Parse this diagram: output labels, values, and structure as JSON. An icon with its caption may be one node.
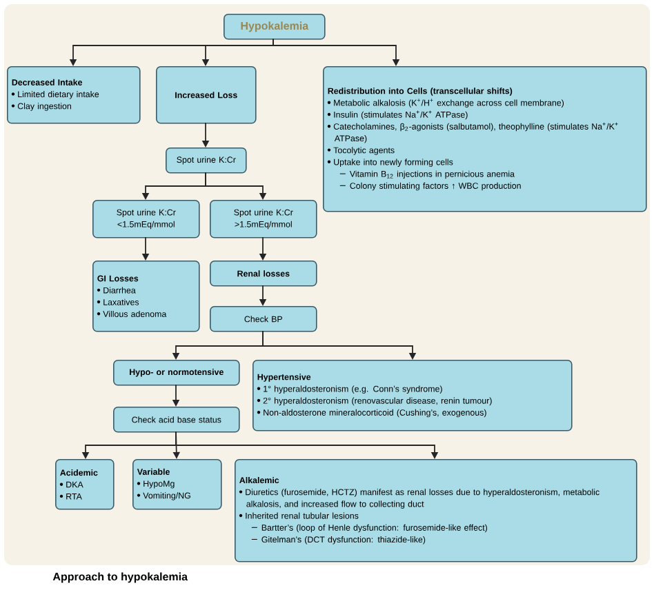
{
  "diagram": {
    "caption": "Approach to hypokalemia",
    "nodes": [
      {
        "text": [
          "Hypokalemia"
        ]
      },
      {
        "text": [
          "Decreased Intake",
          "Limited dietary intake",
          "Clay ingestion"
        ]
      },
      {
        "text": [
          "Increased Loss"
        ]
      },
      {
        "text": [
          "Redistribution into Cells (transcellular shifts)",
          "Metabolic alkalosis (K$^{+}$/H$^{+}$ exchange across cell membrane)",
          "Insulin (stimulates Na$^{+}$/K$^{+}$ ATPase)",
          "Catecholamines, β$_{2}$-agonists (salbutamol), theophylline (stimulates Na$^{+}$/K$^{+}$ ATPase)",
          "Tocolytic agents",
          "Uptake into newly forming cells",
          "Vitamin B$_{12}$ injections in pernicious anemia",
          "Colony stimulating factors ↑ WBC production"
        ]
      },
      {
        "text": [
          "Spot urine K:Cr"
        ]
      },
      {
        "text": [
          "Spot urine K:Cr <1.5mEq/mmol"
        ]
      },
      {
        "text": [
          "Spot urine K:Cr >1.5mEq/mmol"
        ]
      },
      {
        "text": [
          "GI Losses",
          "Diarrhea",
          "Laxatives",
          "Villous adenoma"
        ]
      },
      {
        "text": [
          "Renal losses"
        ]
      },
      {
        "text": [
          "Check BP"
        ]
      },
      {
        "text": [
          "Hypo- or normotensive"
        ]
      },
      {
        "text": [
          "Hypertensive",
          "1° hyperaldosteronism (e.g. Conn’s syndrome)",
          "2° hyperaldosteronism (renovascular disease, renin tumour)",
          "Non-aldosterone mineralocorticoid (Cushing’s, exogenous)"
        ]
      },
      {
        "text": [
          "Check acid base status"
        ]
      },
      {
        "text": [
          "Acidemic",
          "DKA",
          "RTA"
        ]
      },
      {
        "text": [
          "Variable",
          "HypoMg",
          "Vomiting/NG"
        ]
      },
      {
        "text": [
          "Alkalemic",
          "Diuretics (furosemide, HCTZ) manifest as renal losses due to hyperaldosteronism, metabolic alkalosis, and increased flow to collecting duct",
          "Inherited renal tubular lesions",
          "Bartter’s (loop of Henle dysfunction: furosemide-like effect)",
          "Gitelman’s (DCT dysfunction: thiazide-like)"
        ]
      }
    ],
    "edges": [
      {
        "from": 0,
        "to": 1,
        "arrow": "to"
      },
      {
        "from": 0,
        "to": 2,
        "arrow": "to"
      },
      {
        "from": 0,
        "to": 3,
        "arrow": "to"
      },
      {
        "from": 2,
        "to": 4,
        "arrow": "to"
      },
      {
        "from": 4,
        "to": 5,
        "arrow": "to"
      },
      {
        "from": 4,
        "to": 6,
        "arrow": "to"
      },
      {
        "from": 5,
        "to": 7,
        "arrow": "to"
      },
      {
        "from": 6,
        "to": 8,
        "arrow": "to"
      },
      {
        "from": 8,
        "to": 9,
        "arrow": "to"
      },
      {
        "from": 9,
        "to": 10,
        "arrow": "to"
      },
      {
        "from": 9,
        "to": 11,
        "arrow": "to"
      },
      {
        "from": 10,
        "to": 12,
        "arrow": "to"
      },
      {
        "from": 12,
        "to": 13,
        "arrow": "to"
      },
      {
        "from": 12,
        "to": 14,
        "arrow": "to"
      },
      {
        "from": 12,
        "to": 15,
        "arrow": "to"
      }
    ]
  }
}
